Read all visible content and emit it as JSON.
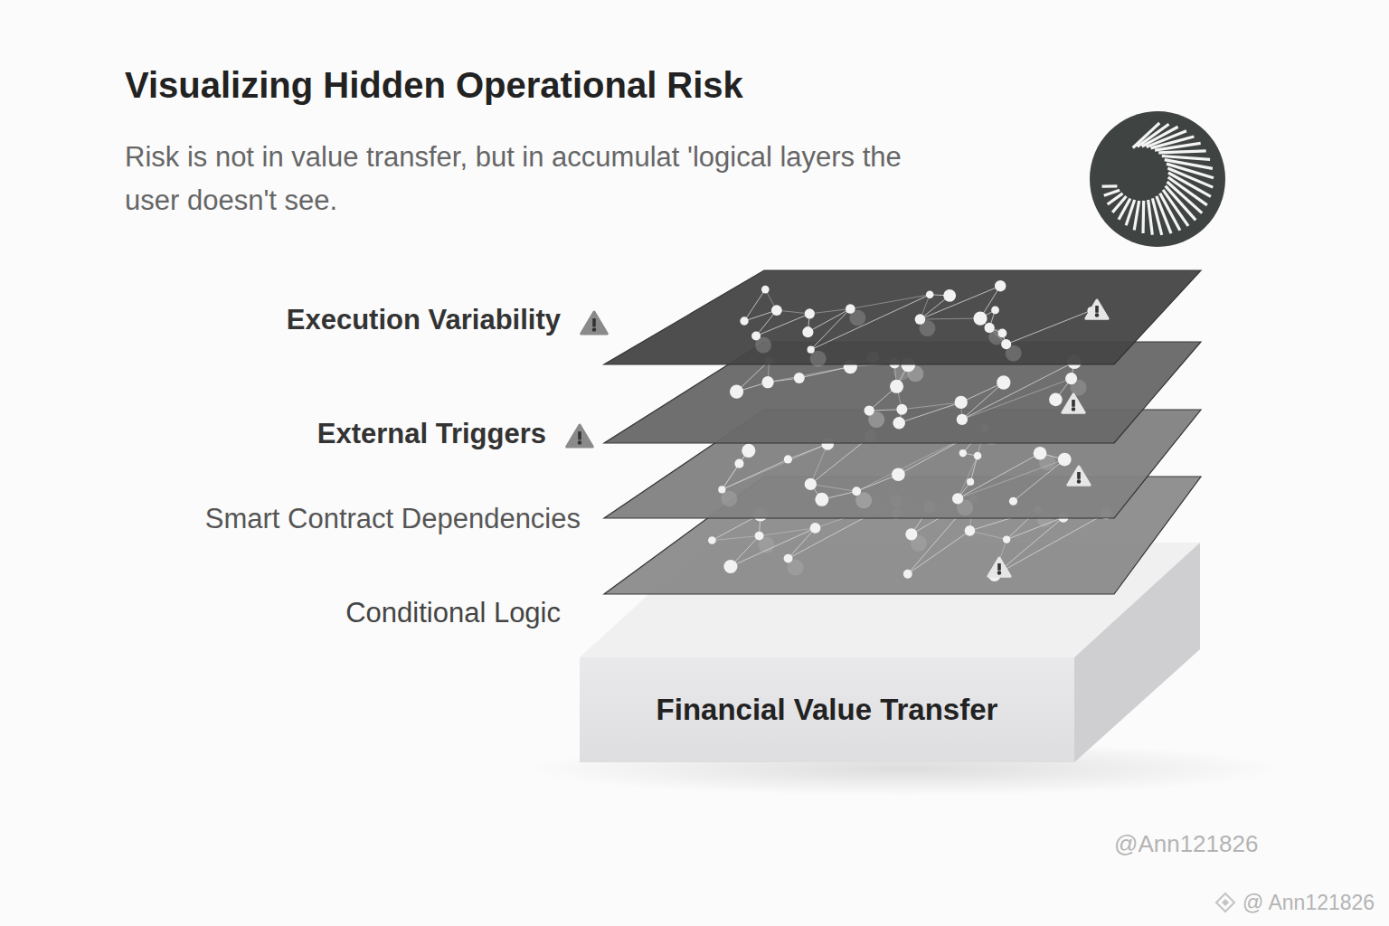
{
  "diagram": {
    "title": "Visualizing Hidden Operational Risk",
    "nodes": [
      {
        "text": [
          "Financial Value Transfer"
        ]
      }
    ],
    "labels": [
      "Risk is not in value transfer, but in accumulat 'logical layers the user doesn't see.",
      "Execution Variability",
      "External Triggers",
      "Smart Contract Dependencies",
      "Conditional Logic",
      "@Ann121826",
      "@ Ann121826"
    ]
  }
}
